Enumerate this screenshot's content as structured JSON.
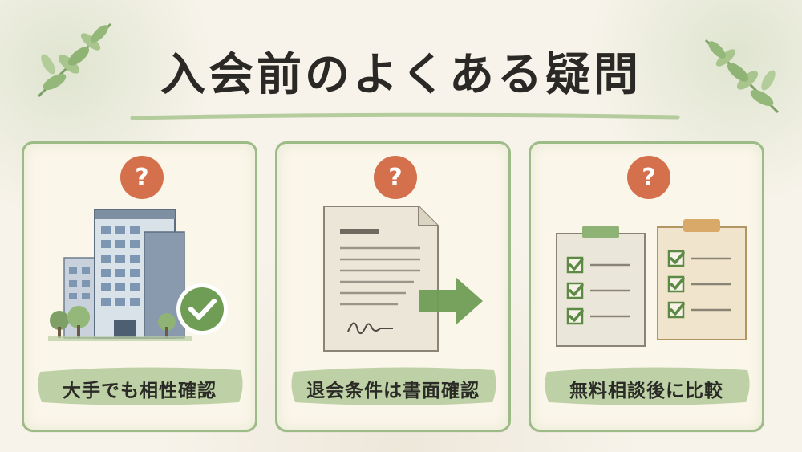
{
  "title": "入会前のよくある疑問",
  "colors": {
    "accent_green": "#9dbb86",
    "badge_orange": "#d4714c",
    "label_green": "#a9c48f",
    "text_dark": "#2b2926"
  },
  "cards": [
    {
      "icon": "question-icon",
      "badge": "?",
      "illustration": "office-building-icon",
      "label": "大手でも相性確認"
    },
    {
      "icon": "question-icon",
      "badge": "?",
      "illustration": "contract-document-icon",
      "label": "退会条件は書面確認"
    },
    {
      "icon": "question-icon",
      "badge": "?",
      "illustration": "checklist-clipboards-icon",
      "label": "無料相談後に比較"
    }
  ]
}
